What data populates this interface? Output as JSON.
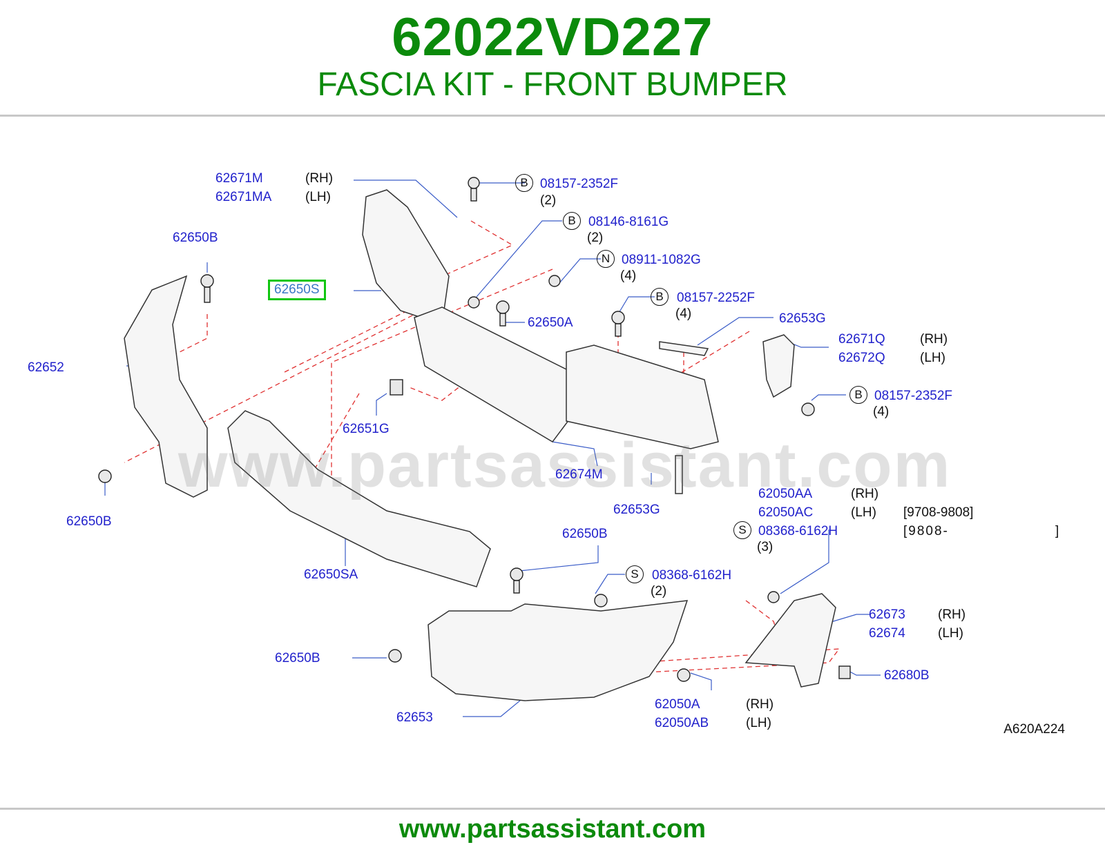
{
  "header": {
    "part_number": "62022VD227",
    "title": "FASCIA KIT - FRONT BUMPER"
  },
  "diagram": {
    "watermark": "www.partsassistant.com",
    "code": "A620A224",
    "labels": {
      "p62671M": "62671M",
      "p62671MA": "62671MA",
      "rh1": "(RH)",
      "lh1": "(LH)",
      "p62650B_a": "62650B",
      "p62650S": "62650S",
      "p62652": "62652",
      "p62650B_b": "62650B",
      "p62651G": "62651G",
      "p62650A": "62650A",
      "p62674M": "62674M",
      "p62653G_a": "62653G",
      "p62653G_b": "62653G",
      "p62650SA": "62650SA",
      "p62650B_c": "62650B",
      "p62650B_d": "62650B",
      "p62653": "62653",
      "p62671Q": "62671Q",
      "p62672Q": "62672Q",
      "rh2": "(RH)",
      "lh2": "(LH)",
      "p62050AA": "62050AA",
      "p62050AC": "62050AC",
      "rh3": "(RH)",
      "lh3": "(LH)",
      "date1": "[9708-9808]",
      "date2": "[9808-",
      "date2_close": "]",
      "p62673": "62673",
      "p62674": "62674",
      "rh4": "(RH)",
      "lh4": "(LH)",
      "p62680B": "62680B",
      "p62050A": "62050A",
      "p62050AB": "62050AB",
      "rh5": "(RH)",
      "lh5": "(LH)"
    },
    "fasteners": {
      "f1": {
        "letter": "B",
        "part": "08157-2352F",
        "qty": "(2)"
      },
      "f2": {
        "letter": "B",
        "part": "08146-8161G",
        "qty": "(2)"
      },
      "f3": {
        "letter": "N",
        "part": "08911-1082G",
        "qty": "(4)"
      },
      "f4": {
        "letter": "B",
        "part": "08157-2252F",
        "qty": "(4)"
      },
      "f5": {
        "letter": "B",
        "part": "08157-2352F",
        "qty": "(4)"
      },
      "f6": {
        "letter": "S",
        "part": "08368-6162H",
        "qty": "(3)"
      },
      "f7": {
        "letter": "S",
        "part": "08368-6162H",
        "qty": "(2)"
      }
    }
  },
  "footer": {
    "url": "www.partsassistant.com"
  },
  "colors": {
    "brand_green": "#0b8a0b",
    "label_blue": "#2222cc",
    "highlight_green": "#11c611",
    "dashed_red": "#e03030"
  }
}
